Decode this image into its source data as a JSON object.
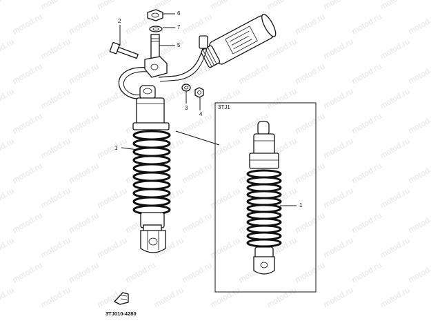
{
  "watermark": {
    "text": "motod.ru"
  },
  "callouts": {
    "part_1_main": "1",
    "part_2": "2",
    "part_3": "3",
    "part_4": "4",
    "part_5": "5",
    "part_6": "6",
    "part_7": "7",
    "part_1_inset": "1"
  },
  "inset": {
    "label": "3TJ1"
  },
  "footer": {
    "catalog_code": "3TJ010-4280"
  },
  "colors": {
    "line": "#111111",
    "background": "#ffffff",
    "watermark": "#e4e4e4"
  }
}
